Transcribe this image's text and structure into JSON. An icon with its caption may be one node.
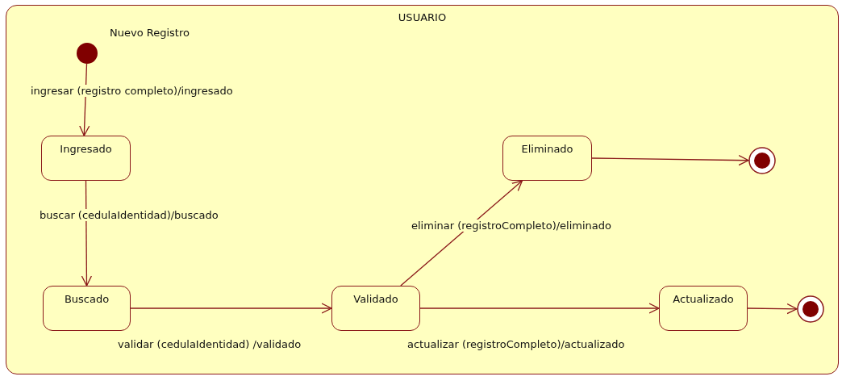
{
  "diagram": {
    "nodes": [
      {
        "text": [
          "USUARIO"
        ]
      },
      {
        "text": [],
        "shape": "circle",
        "beside": [
          "Nuevo Registro"
        ],
        "in": 0
      },
      {
        "text": [
          "Ingresado"
        ],
        "in": 0
      },
      {
        "text": [
          "Buscado"
        ],
        "in": 0
      },
      {
        "text": [
          "Validado"
        ],
        "in": 0
      },
      {
        "text": [
          "Eliminado"
        ],
        "in": 0
      },
      {
        "text": [
          "Actualizado"
        ],
        "in": 0
      },
      {
        "text": [],
        "shape": "circle",
        "in": 0
      },
      {
        "text": [],
        "shape": "circle",
        "in": 0
      }
    ],
    "edges": [
      {
        "from": 1,
        "to": 2,
        "arrow": "to",
        "label": "ingresar (registro completo)/ingresado"
      },
      {
        "from": 2,
        "to": 3,
        "arrow": "to",
        "label": "buscar (cedulaIdentidad)/buscado"
      },
      {
        "from": 3,
        "to": 4,
        "arrow": "to",
        "label": "validar (cedulaIdentidad) /validado"
      },
      {
        "from": 4,
        "to": 5,
        "arrow": "to",
        "label": "eliminar (registroCompleto)/eliminado"
      },
      {
        "from": 4,
        "to": 6,
        "arrow": "to",
        "label": "actualizar (registroCompleto)/actualizado"
      },
      {
        "from": 5,
        "to": 7,
        "arrow": "to"
      },
      {
        "from": 6,
        "to": 8,
        "arrow": "to"
      }
    ]
  }
}
